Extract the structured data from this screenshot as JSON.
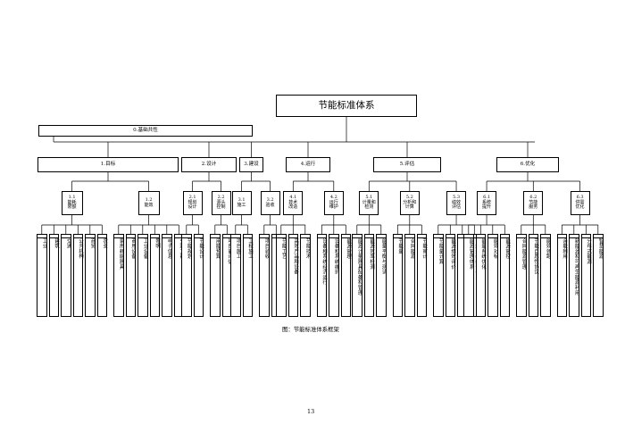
{
  "title": "节能标准体系",
  "basic": "0.基础共性",
  "categories": [
    {
      "label": "1.目标",
      "subs": [
        {
          "label": "1.1\n能耗\n限额",
          "leaves": [
            "工业",
            "建筑",
            "交通",
            "公共机构",
            "商贸",
            "农业"
          ]
        },
        {
          "label": "1.2\n能效",
          "leaves": [
            "家用耗能器具",
            "商用设备",
            "工业设备",
            "照明",
            "电子信息",
            "交通工具"
          ]
        }
      ]
    },
    {
      "label": "2.设计",
      "subs": [
        {
          "label": "2.1\n规划\n设计",
          "leaves": [
            "节能规划",
            "节能设计"
          ]
        },
        {
          "label": "2.2\n源头\n控制",
          "leaves": [
            "用能预算",
            "项目前评估"
          ]
        }
      ]
    },
    {
      "label": "3.建设",
      "subs": [
        {
          "label": "3.1\n施工",
          "leaves": [
            "项目施工",
            "工程施工"
          ]
        },
        {
          "label": "3.2\n验收",
          "leaves": [
            "项目验收",
            "工程验收"
          ]
        }
      ]
    },
    {
      "label": "4.运行",
      "subs": [
        {
          "label": "4.1\n技术\n改造",
          "leaves": [
            "节能工艺",
            "高效产品和设备",
            "节能技术"
          ]
        },
        {
          "label": "4.2\n运行\n维护",
          "leaves": [
            "设备和系统经济运行",
            "设备和系统维护",
            "能源管理"
          ]
        }
      ]
    },
    {
      "label": "5.评估",
      "subs": [
        {
          "label": "5.1\n计量和\n检测",
          "leaves": [
            "能源计量器具配备和管理",
            "能源效率检测",
            "能量平衡与测试"
          ]
        },
        {
          "label": "5.2\n分析和\n计算",
          "leaves": [
            "节能量",
            "合同能源",
            "节能审计"
          ]
        },
        {
          "label": "5.3\n绩效\n评估",
          "leaves": [
            "节能量计算",
            "能源绩效评价",
            "节能量评估",
            "节约型组织评价"
          ]
        }
      ]
    },
    {
      "label": "6.优化",
      "subs": [
        {
          "label": "6.1\n系统\n提升",
          "leaves": [
            "能源管理体系",
            "能量系统优化",
            "能效对标",
            "能源管控"
          ]
        },
        {
          "label": "6.2\n节能\n服务",
          "leaves": [
            "合同能源管理",
            "节能自愿性协议",
            "能效领跑"
          ]
        },
        {
          "label": "6.3\n供需\n优化",
          "leaves": [
            "余能利用",
            "新能源和可再生能源利用",
            "分布式能源",
            "智慧能源"
          ]
        }
      ]
    }
  ],
  "caption": "图：节能标准体系框架",
  "page_number": "13"
}
